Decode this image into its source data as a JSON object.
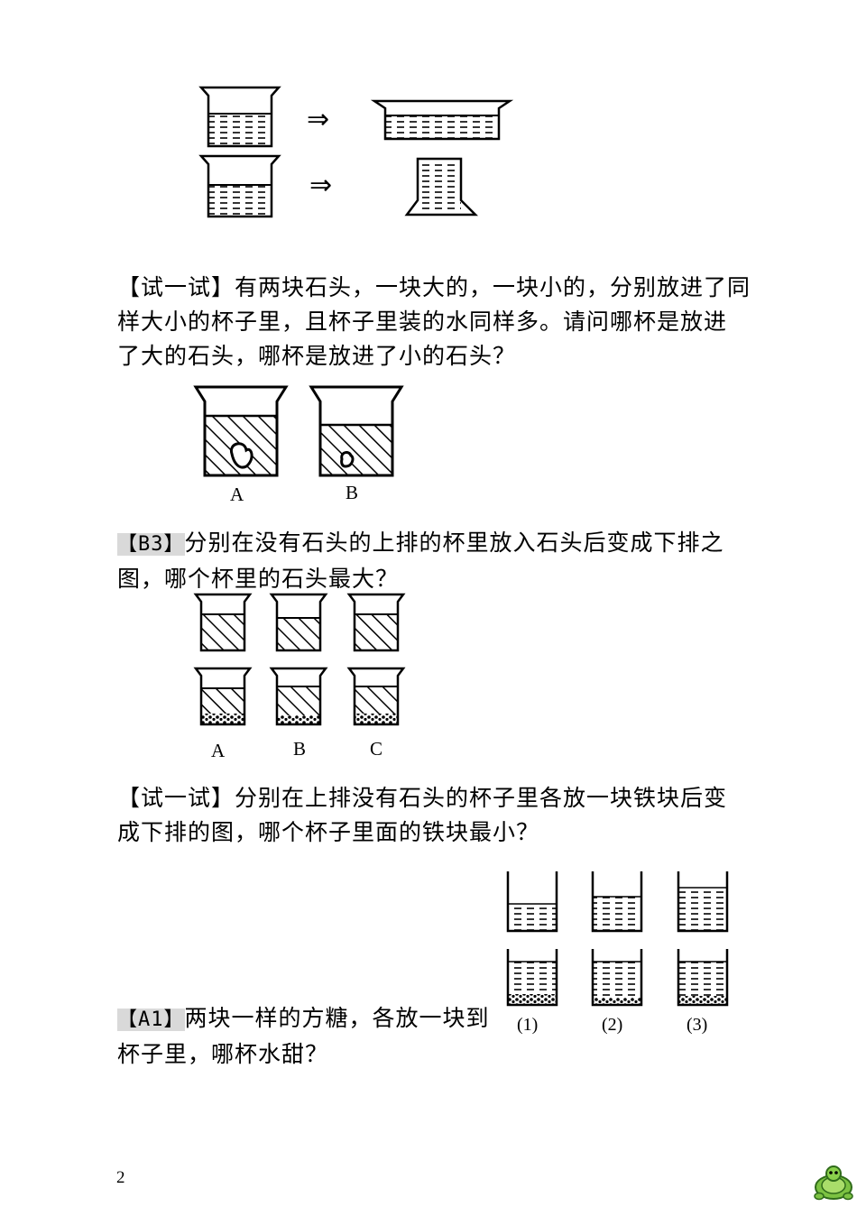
{
  "figure1": {
    "arrow_symbol": "⇒"
  },
  "section1": {
    "tag": "【试一试】",
    "text": "有两块石头，一块大的，一块小的，分别放进了同样大小的杯子里，且杯子里装的水同样多。请问哪杯是放进了大的石头，哪杯是放进了小的石头？",
    "line1": "有两块石头，一块大的，一块小的，分别放进了同",
    "line2": "样大小的杯子里，且杯子里装的水同样多。请问哪杯是放进",
    "line3": "了大的石头，哪杯是放进了小的石头？"
  },
  "figure2": {
    "labels": [
      "A",
      "B"
    ]
  },
  "section2": {
    "tag": "【B3】",
    "line1": "分别在没有石头的上排的杯里放入石头后变成下排之",
    "line2": "图，哪个杯里的石头最大？"
  },
  "figure3": {
    "labels": [
      "A",
      "B",
      "C"
    ]
  },
  "section3": {
    "tag": "【试一试】",
    "line1": "分别在上排没有石头的杯子里各放一块铁块后变",
    "line2": "成下排的图，哪个杯子里面的铁块最小？"
  },
  "figure4": {
    "labels": [
      "(1)",
      "(2)",
      "(3)"
    ]
  },
  "section4": {
    "tag": "【A1】",
    "line1": "两块一样的方糖，各放一块到",
    "line2": "杯子里，哪杯水甜？"
  },
  "footer": {
    "page_number": "2"
  }
}
